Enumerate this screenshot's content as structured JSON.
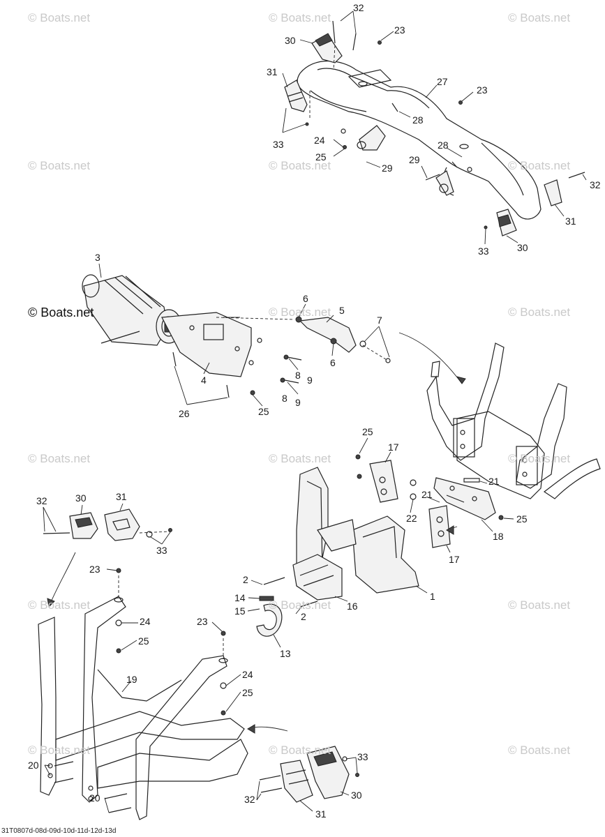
{
  "watermark": "© Boats.net",
  "watermark_main": "© Boats.net",
  "labels": {
    "n1": "1",
    "n2a": "2",
    "n2b": "2",
    "n3": "3",
    "n4": "4",
    "n5": "5",
    "n6a": "6",
    "n6b": "6",
    "n7": "7",
    "n8a": "8",
    "n8b": "8",
    "n9a": "9",
    "n9b": "9",
    "n13": "13",
    "n14": "14",
    "n15": "15",
    "n16": "16",
    "n17a": "17",
    "n17b": "17",
    "n18": "18",
    "n19": "19",
    "n20a": "20",
    "n20b": "20",
    "n21a": "21",
    "n21b": "21",
    "n22": "22",
    "n23a": "23",
    "n23b": "23",
    "n23c": "23",
    "n23d": "23",
    "n24a": "24",
    "n24b": "24",
    "n24c": "24",
    "n25a": "25",
    "n25b": "25",
    "n25c": "25",
    "n25d": "25",
    "n25e": "25",
    "n25f": "25",
    "n26": "26",
    "n27": "27",
    "n28a": "28",
    "n28b": "28",
    "n29a": "29",
    "n29b": "29",
    "n30a": "30",
    "n30b": "30",
    "n30c": "30",
    "n30d": "30",
    "n31a": "31",
    "n31b": "31",
    "n31c": "31",
    "n31d": "31",
    "n32a": "32",
    "n32b": "32",
    "n32c": "32",
    "n32d": "32",
    "n33a": "33",
    "n33b": "33",
    "n33c": "33",
    "n33d": "33"
  },
  "drawing_code": "31T0807d-08d-09d-10d-11d-12d-13d"
}
